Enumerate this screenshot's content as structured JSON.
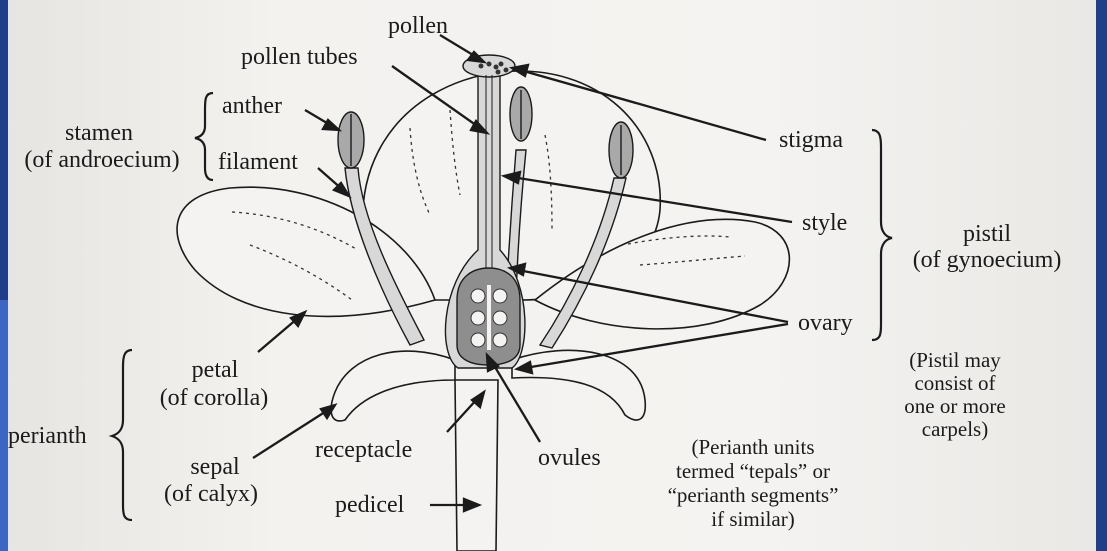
{
  "labels": {
    "pollen": "pollen",
    "pollen_tubes": "pollen tubes",
    "anther": "anther",
    "filament": "filament",
    "stamen": "stamen",
    "of_androecium": "(of androecium)",
    "stigma": "stigma",
    "style": "style",
    "ovary": "ovary",
    "pistil": "pistil",
    "of_gynoecium": "(of gynoecium)",
    "pistil_note": [
      "(Pistil may",
      "consist of",
      "one or more",
      "carpels)"
    ],
    "petal": "petal",
    "of_corolla": "(of corolla)",
    "perianth": "perianth",
    "sepal": "sepal",
    "of_calyx": "(of calyx)",
    "receptacle": "receptacle",
    "ovules": "ovules",
    "pedicel": "pedicel",
    "perianth_note": [
      "(Perianth units",
      "termed “tepals” or",
      "“perianth segments”",
      "if similar)"
    ]
  },
  "colors": {
    "frame": "#1f3f8a",
    "paper": "#f3f2ef",
    "ink": "#1b1b1b",
    "plant_fill": "#d8d8d8",
    "anther_fill": "#a9a9a9",
    "ovary_fill": "#8e8e8e"
  }
}
